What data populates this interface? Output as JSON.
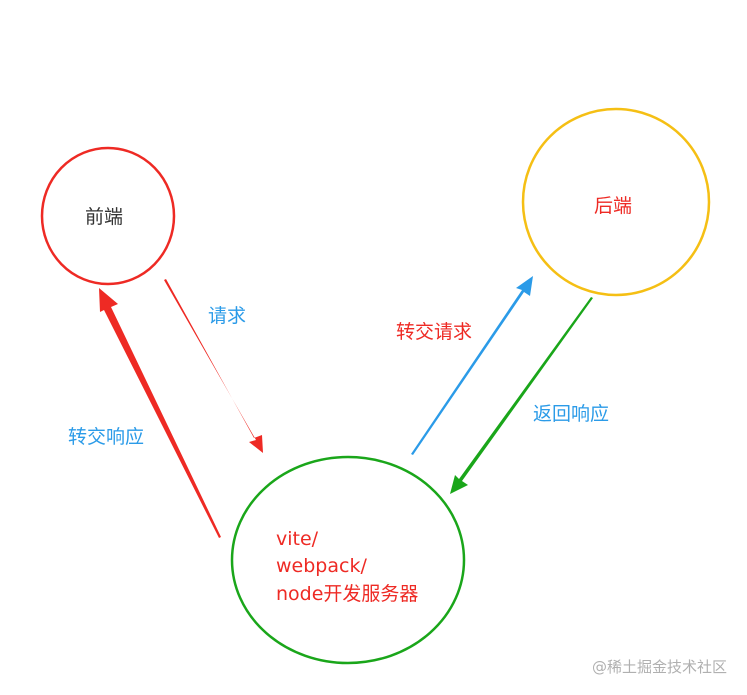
{
  "nodes": {
    "frontend": {
      "label": "前端",
      "stroke": "#ee2a24",
      "text_color": "#333333"
    },
    "backend": {
      "label": "后端",
      "stroke": "#f5bf14",
      "text_color": "#ee2a24"
    },
    "server": {
      "lines": [
        "vite/",
        "webpack/",
        "node开发服务器"
      ],
      "stroke": "#1aa61a",
      "text_color": "#ee2a24"
    }
  },
  "edges": {
    "request": {
      "label": "请求",
      "color": "#ee2a24",
      "label_color": "#2b9be8"
    },
    "forward_request": {
      "label": "转交请求",
      "color": "#2b9be8",
      "label_color": "#ee2a24"
    },
    "return_response": {
      "label": "返回响应",
      "color": "#1aa61a",
      "label_color": "#2b9be8"
    },
    "forward_response": {
      "label": "转交响应",
      "color": "#ee2a24",
      "label_color": "#2b9be8"
    }
  },
  "watermark": "@稀土掘金技术社区"
}
